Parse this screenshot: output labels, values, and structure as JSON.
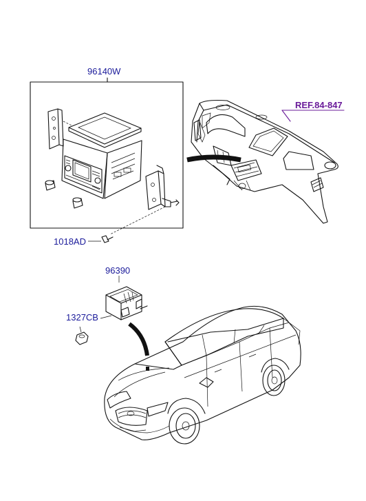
{
  "parts": {
    "head_unit": {
      "part_no": "96140W"
    },
    "screw": {
      "part_no": "1018AD"
    },
    "module": {
      "part_no": "96390"
    },
    "nut": {
      "part_no": "1327CB"
    },
    "reference": {
      "label": "REF.84-847"
    }
  },
  "colors": {
    "part_label": "#1a1a9a",
    "reference_label": "#6a1b9a",
    "line_art": "#111111",
    "background": "#ffffff"
  }
}
